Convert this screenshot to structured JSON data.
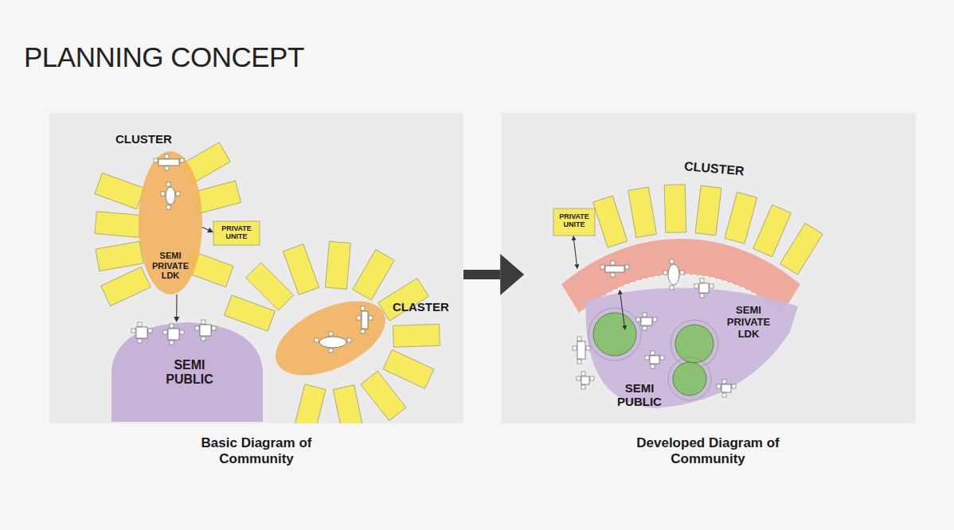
{
  "diagram": {
    "title": "PLANNING CONCEPT",
    "nodes": [
      {
        "text": [
          "Basic Diagram of Community"
        ]
      },
      {
        "text": [
          "SEMI PRIVATE LDK"
        ],
        "in": 0
      },
      {
        "text": [
          "PRIVATE UNITE"
        ],
        "in": 0
      },
      {
        "text": [
          "SEMI PUBLIC"
        ],
        "in": 0
      },
      {
        "text": [
          "Developed Diagram of Community"
        ]
      },
      {
        "text": [
          "PRIVATE UNITE"
        ],
        "in": 4
      },
      {
        "text": [
          "SEMI PRIVATE LDK"
        ],
        "in": 4
      },
      {
        "text": [
          "SEMI PUBLIC"
        ],
        "in": 4
      }
    ],
    "edges": [
      {
        "from": 0,
        "to": 4,
        "arrow": "to"
      },
      {
        "from": 1,
        "to": 3,
        "arrow": "to"
      },
      {
        "from": 1,
        "to": 2,
        "arrow": "to"
      },
      {
        "from": 5,
        "to": 6,
        "arrow": "both"
      },
      {
        "from": 6,
        "to": 7,
        "arrow": "both"
      }
    ],
    "labels": [
      "CLUSTER",
      "CLASTER",
      "CLUSTER"
    ]
  }
}
